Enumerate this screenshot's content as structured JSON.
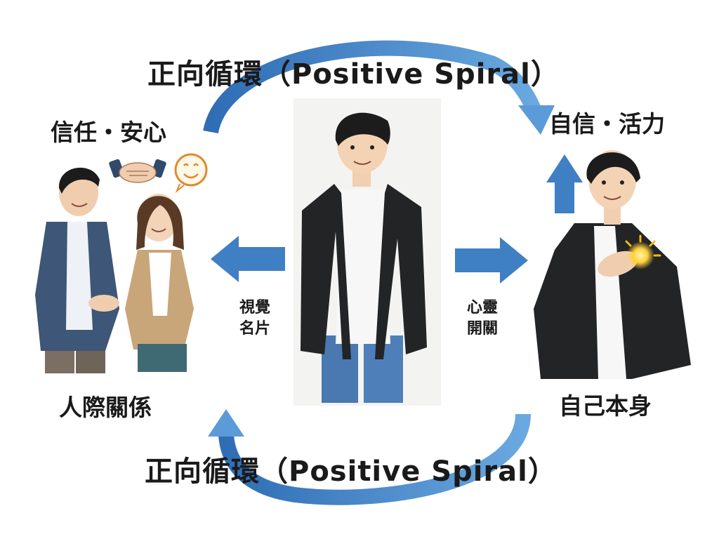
{
  "diagram": {
    "top_cycle_label": "正向循環（Positive Spiral）",
    "bottom_cycle_label": "正向循環（Positive Spiral）",
    "nodes": {
      "trust": "信任・安心",
      "confidence": "自信・活力",
      "relationships": "人際關係",
      "self": "自己本身"
    },
    "left_arrow_label": {
      "line1": "視覺",
      "line2": "名片"
    },
    "right_arrow_label": {
      "line1": "心靈",
      "line2": "開關"
    },
    "colors": {
      "arrow_blue": "#3f7fc4",
      "arrow_light": "#5b9bd8",
      "jacket_black": "#222426",
      "suit_navy": "#3e5677",
      "cardigan_tan": "#c9a57a"
    },
    "icons": [
      "handshake-icon",
      "smiley-icon",
      "glow-icon"
    ]
  }
}
